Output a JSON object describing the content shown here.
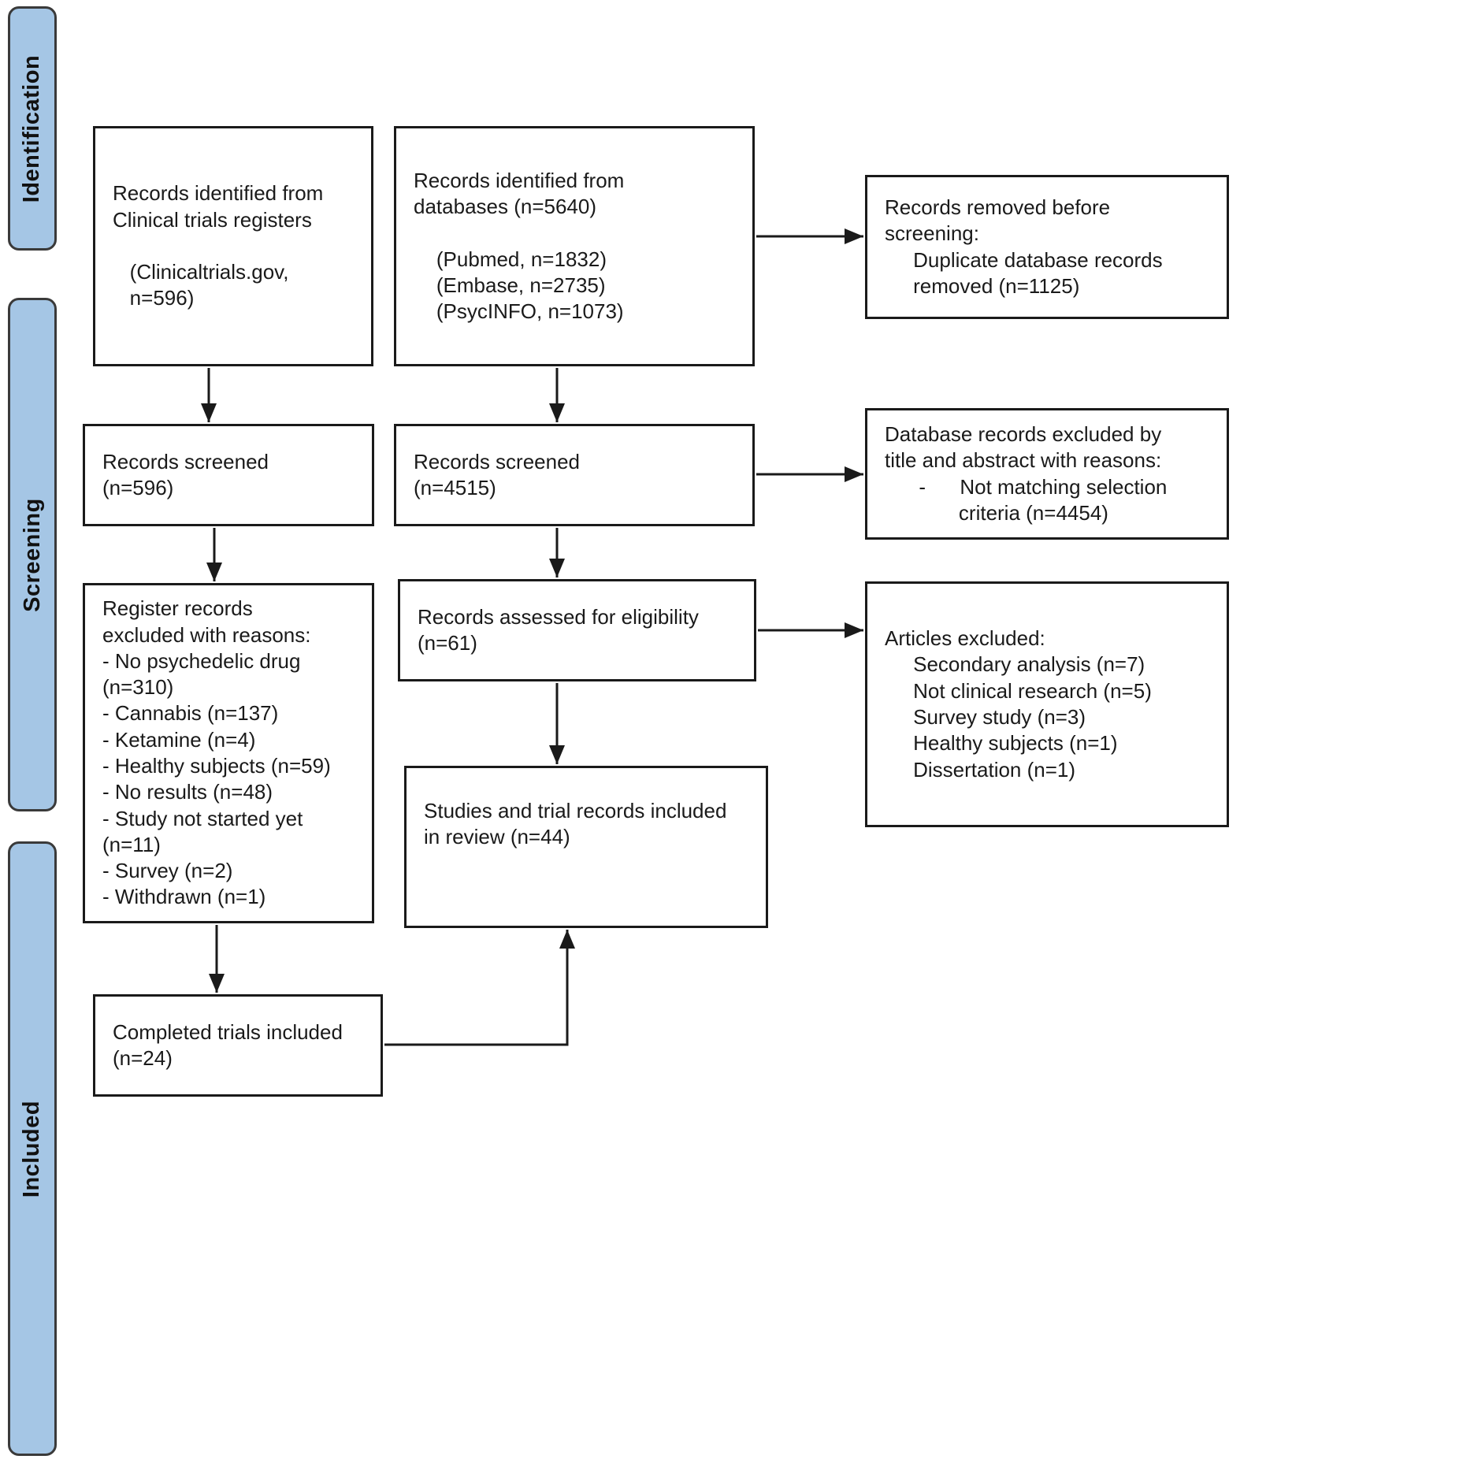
{
  "title": "PRISMA flow diagram",
  "colors": {
    "page_bg": "#ffffff",
    "stage_fill": "#a5c6e5",
    "stage_border": "#3a3a3a",
    "box_bg": "#ffffff",
    "box_border": "#1a1a1a",
    "arrow_color": "#1a1a1a",
    "text_color": "#1a1a1a"
  },
  "stages": {
    "identification": "Identification",
    "screening": "Screening",
    "included": "Included"
  },
  "boxes": {
    "registers_identified": "Records identified from\nClinical trials registers\n\n   (Clinicaltrials.gov,\n   n=596)",
    "databases_identified": "Records identified from\ndatabases (n=5640)\n\n    (Pubmed, n=1832)\n    (Embase, n=2735)\n    (PsycINFO, n=1073)",
    "removed_before_screening": "Records removed before\nscreening:\n     Duplicate database records\n     removed (n=1125)",
    "registers_screened": "Records screened\n(n=596)",
    "databases_screened": "Records screened\n(n=4515)",
    "database_excluded": "Database records excluded by\ntitle and abstract with reasons:\n      -      Not matching selection\n             criteria (n=4454)",
    "register_excluded": "Register records\nexcluded with reasons:\n- No psychedelic drug\n(n=310)\n- Cannabis (n=137)\n- Ketamine (n=4)\n- Healthy subjects (n=59)\n- No results (n=48)\n- Study not started yet\n(n=11)\n- Survey (n=2)\n- Withdrawn (n=1)",
    "assessed_eligibility": "Records assessed for eligibility\n(n=61)",
    "articles_excluded": "Articles excluded:\n     Secondary analysis (n=7)\n     Not clinical research (n=5)\n     Survey study (n=3)\n     Healthy subjects (n=1)\n     Dissertation (n=1)",
    "included_review": "Studies and trial records included\nin review (n=44)",
    "completed_trials": "Completed trials included\n(n=24)"
  }
}
